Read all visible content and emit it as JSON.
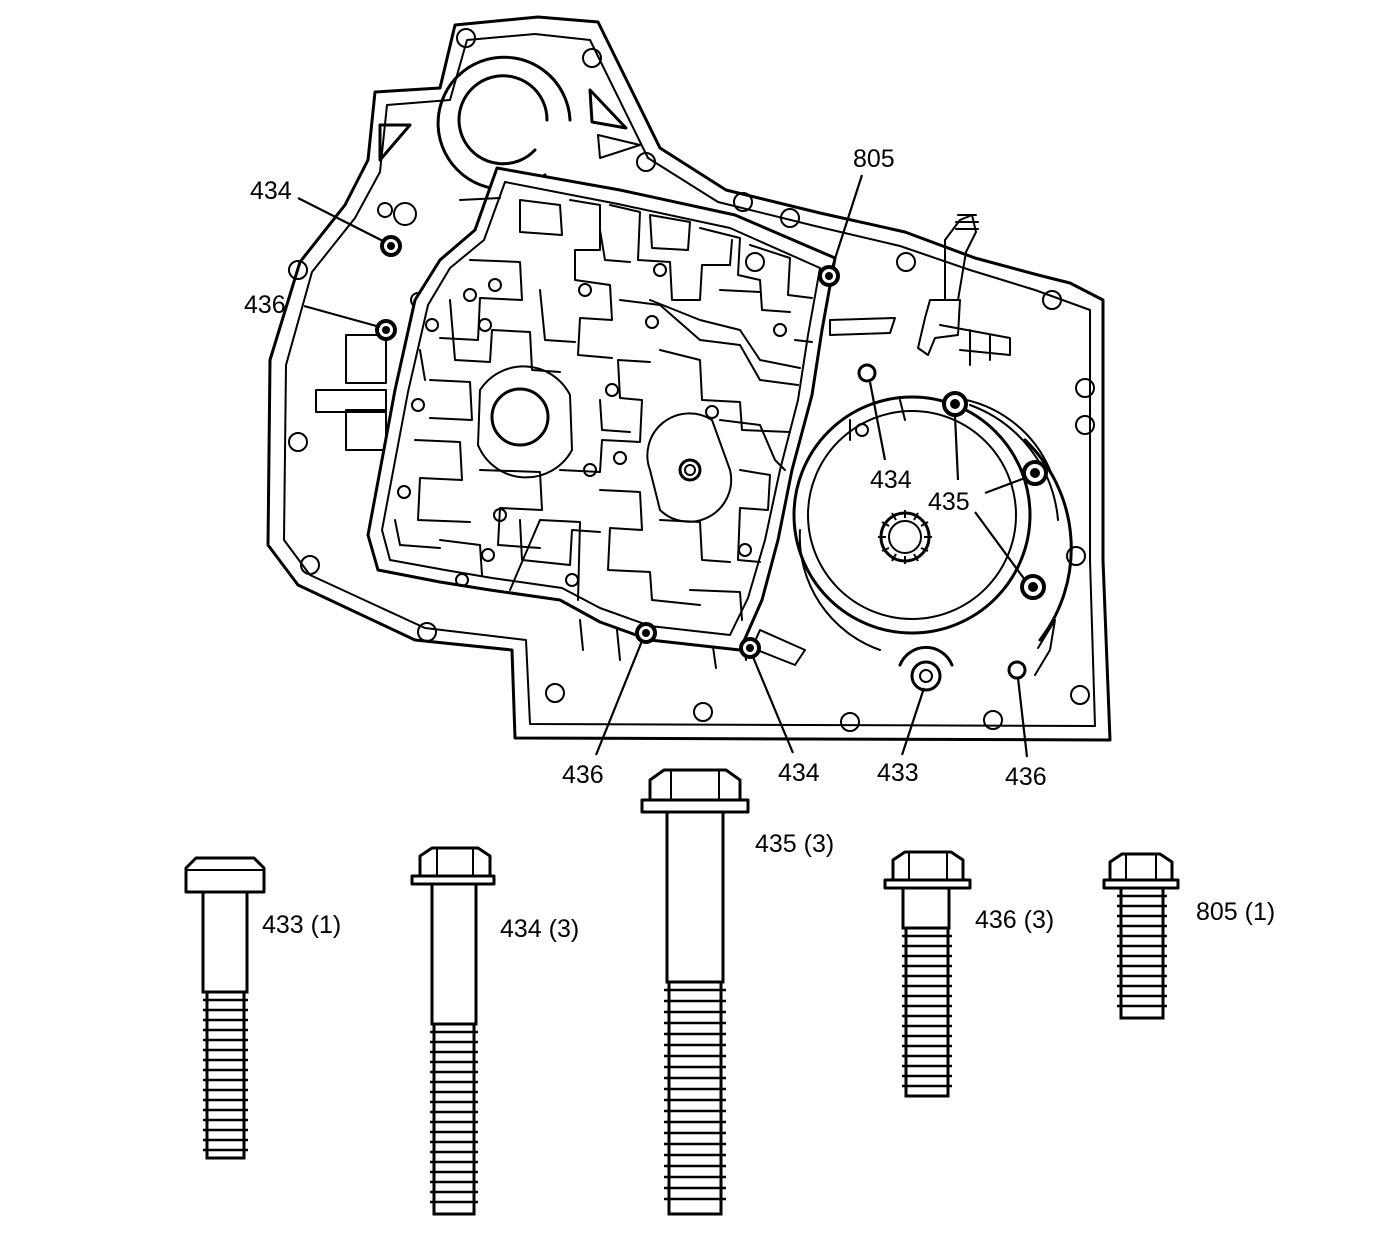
{
  "callouts": {
    "c434_top_left": "434",
    "c436_left": "436",
    "c805": "805",
    "c434_center": "434",
    "c435": "435",
    "c436_bottom_a": "436",
    "c434_bottom": "434",
    "c433": "433",
    "c436_bottom_b": "436"
  },
  "bolts": [
    {
      "id": "433",
      "caption": "433 (1)"
    },
    {
      "id": "434",
      "caption": "434 (3)"
    },
    {
      "id": "435",
      "caption": "435 (3)"
    },
    {
      "id": "436",
      "caption": "436 (3)"
    },
    {
      "id": "805",
      "caption": "805 (1)"
    }
  ],
  "colors": {
    "ink": "#000000",
    "paper": "#ffffff"
  }
}
